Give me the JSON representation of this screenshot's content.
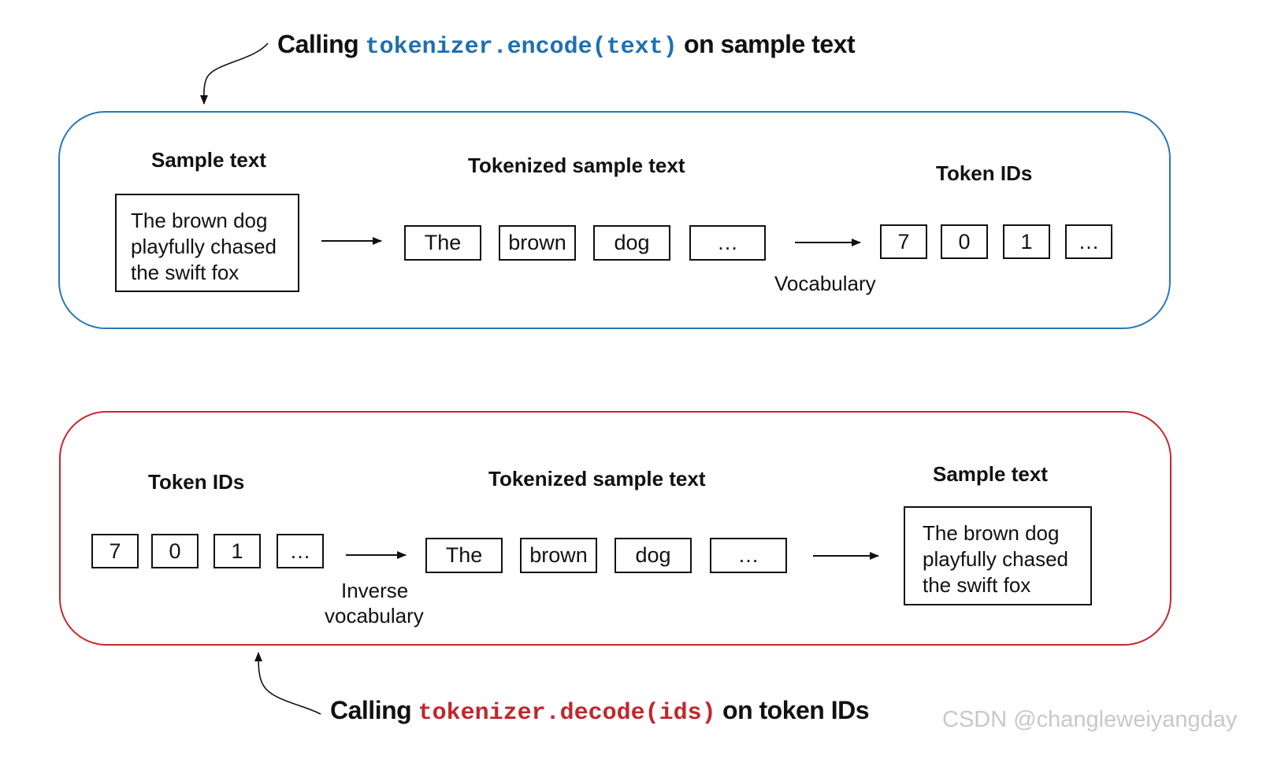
{
  "encode": {
    "caption_pre": "Calling",
    "caption_code": "tokenizer.encode(text)",
    "caption_post": "on sample text",
    "code_color": "#1f6fb0",
    "border_color": "#2a77b8",
    "sample_heading": "Sample text",
    "sample_text": "The brown dog\nplayfully chased\nthe swift fox",
    "tokens_heading": "Tokenized sample text",
    "tokens": [
      "The",
      "brown",
      "dog",
      "…"
    ],
    "ids_heading": "Token IDs",
    "ids": [
      "7",
      "0",
      "1",
      "…"
    ],
    "vocab_label": "Vocabulary"
  },
  "decode": {
    "caption_pre": "Calling",
    "caption_code": "tokenizer.decode(ids)",
    "caption_post": "on token IDs",
    "code_color": "#c0272d",
    "border_color": "#c8262d",
    "ids_heading": "Token IDs",
    "ids": [
      "7",
      "0",
      "1",
      "…"
    ],
    "inverse_label_line1": "Inverse",
    "inverse_label_line2": "vocabulary",
    "tokens_heading": "Tokenized sample text",
    "tokens": [
      "The",
      "brown",
      "dog",
      "…"
    ],
    "sample_heading": "Sample text",
    "sample_text": "The brown dog\nplayfully chased\nthe swift fox"
  },
  "watermark": "CSDN @changleweiyangday"
}
